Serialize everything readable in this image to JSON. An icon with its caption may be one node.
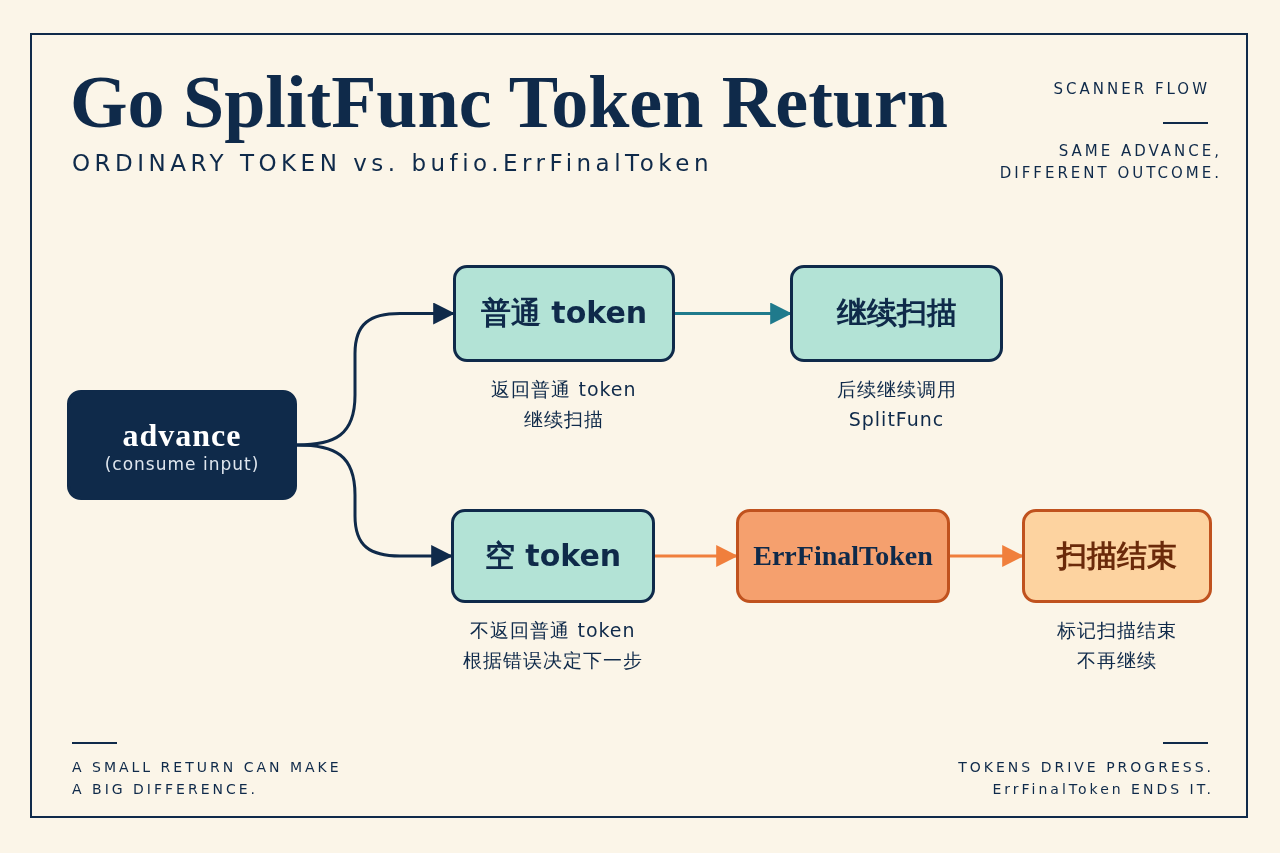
{
  "diagram": {
    "title": "Go SplitFunc Token Return",
    "nodes": [
      {
        "text": [
          "advance",
          "(consume input)"
        ]
      },
      {
        "text": [
          "普通 token"
        ],
        "beside": [
          "返回普通 token",
          "继续扫描"
        ]
      },
      {
        "text": [
          "继续扫描"
        ],
        "beside": [
          "后续继续调用",
          "SplitFunc"
        ]
      },
      {
        "text": [
          "空 token"
        ],
        "beside": [
          "不返回普通 token",
          "根据错误决定下一步"
        ]
      },
      {
        "text": [
          "ErrFinalToken"
        ]
      },
      {
        "text": [
          "扫描结束"
        ],
        "beside": [
          "标记扫描结束",
          "不再继续"
        ]
      }
    ],
    "edges": [
      {
        "from": 0,
        "to": 1,
        "arrow": "to"
      },
      {
        "from": 0,
        "to": 3,
        "arrow": "to"
      },
      {
        "from": 1,
        "to": 2,
        "arrow": "to",
        "color": "#1f7a8c"
      },
      {
        "from": 3,
        "to": 4,
        "arrow": "to",
        "color": "#f07f3c"
      },
      {
        "from": 4,
        "to": 5,
        "arrow": "to",
        "color": "#f07f3c"
      }
    ],
    "labels": [
      "ORDINARY TOKEN vs. bufio.ErrFinalToken",
      "SCANNER FLOW",
      "SAME ADVANCE, DIFFERENT OUTCOME.",
      "A SMALL RETURN CAN MAKE A BIG DIFFERENCE.",
      "TOKENS DRIVE PROGRESS. ErrFinalToken ENDS IT."
    ]
  }
}
